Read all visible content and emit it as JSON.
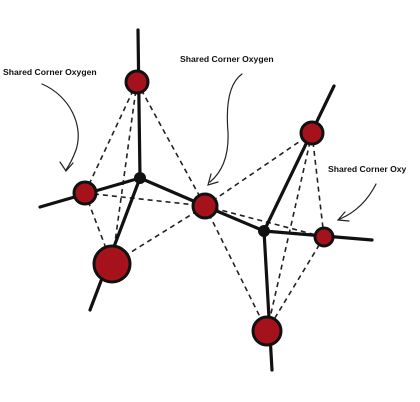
{
  "labels": {
    "top_left": "Shared Corner Oxygen",
    "top_center": "Shared Corner Oxygen",
    "right": "Shared Corner Oxy"
  },
  "colors": {
    "oxygen_fill": "#a5121c",
    "oxygen_outline": "#111111",
    "silicon_fill": "#111111",
    "bond": "#111111"
  }
}
